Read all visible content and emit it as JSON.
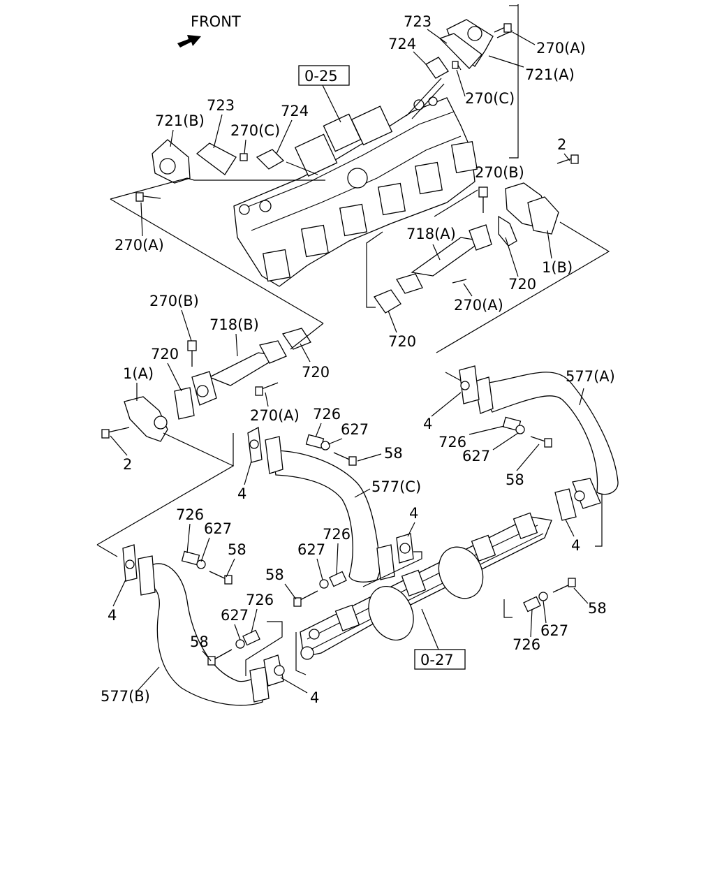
{
  "front_label": "FRONT",
  "refs": {
    "manifold": "0-25",
    "exhaust": "0-27"
  },
  "labels": {
    "l723a": "723",
    "l724a": "724",
    "l270Aa": "270(A)",
    "l721A": "721(A)",
    "l270Ca": "270(C)",
    "l723b": "723",
    "l724b": "724",
    "l721B": "721(B)",
    "l270Cb": "270(C)",
    "l270Ab": "270(A)",
    "l2a": "2",
    "l270Ba": "270(B)",
    "l718A": "718(A)",
    "l720a": "720",
    "l1B": "1(B)",
    "l270Ac": "270(A)",
    "l720b": "720",
    "l270Bb": "270(B)",
    "l718B": "718(B)",
    "l720c": "720",
    "l1A": "1(A)",
    "l720d": "720",
    "l270Ad": "270(A)",
    "l2b": "2",
    "l577A": "577(A)",
    "l4a": "4",
    "l726a": "726",
    "l627a": "627",
    "l58a": "58",
    "l726b": "726",
    "l627b": "627",
    "l58b": "58",
    "l4b": "4",
    "l577C": "577(C)",
    "l4c": "4",
    "l4d": "4",
    "l726c": "726",
    "l627c": "627",
    "l58c": "58",
    "l4e": "4",
    "l726d": "726",
    "l627d": "627",
    "l58d": "58",
    "l726e": "726",
    "l627e": "627",
    "l58e": "58",
    "l58f": "58",
    "l627f": "627",
    "l726f": "726",
    "l577B": "577(B)",
    "l4f": "4"
  }
}
